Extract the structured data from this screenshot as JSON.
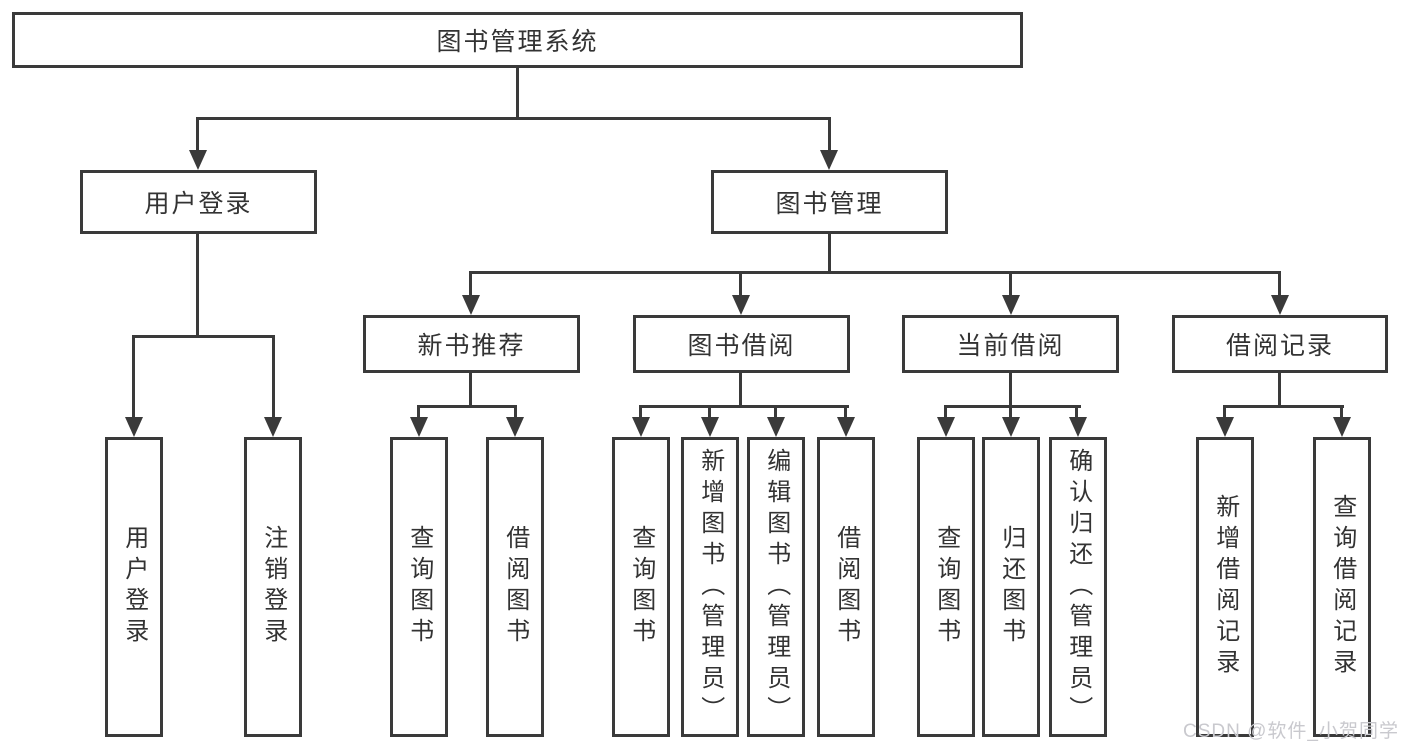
{
  "tree": {
    "root": {
      "label": "图书管理系统"
    },
    "branches": [
      {
        "label": "用户登录",
        "children": [
          {
            "label": "用户登录"
          },
          {
            "label": "注销登录"
          }
        ]
      },
      {
        "label": "图书管理",
        "children": [
          {
            "label": "新书推荐",
            "children": [
              {
                "label": "查询图书"
              },
              {
                "label": "借阅图书"
              }
            ]
          },
          {
            "label": "图书借阅",
            "children": [
              {
                "label": "查询图书"
              },
              {
                "label": "新增图书（管理员）"
              },
              {
                "label": "编辑图书（管理员）"
              },
              {
                "label": "借阅图书"
              }
            ]
          },
          {
            "label": "当前借阅",
            "children": [
              {
                "label": "查询图书"
              },
              {
                "label": "归还图书"
              },
              {
                "label": "确认归还（管理员）"
              }
            ]
          },
          {
            "label": "借阅记录",
            "children": [
              {
                "label": "新增借阅记录"
              },
              {
                "label": "查询借阅记录"
              }
            ]
          }
        ]
      }
    ]
  },
  "watermark": {
    "text": "CSDN @软件_小贺同学"
  },
  "colors": {
    "line": "#3a3a3a",
    "text": "#333333",
    "background": "#ffffff",
    "watermark": "#c9c9ce"
  }
}
